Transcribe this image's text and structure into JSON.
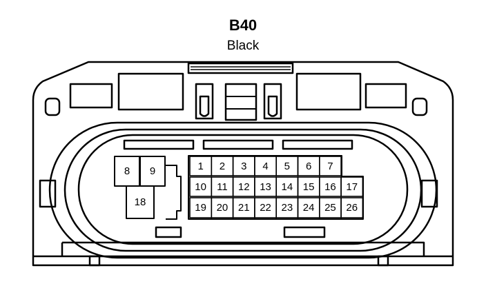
{
  "connector": {
    "code": "B40",
    "color": "Black"
  },
  "pins": {
    "row1": [
      "1",
      "2",
      "3",
      "4",
      "5",
      "6",
      "7"
    ],
    "row2": [
      "10",
      "11",
      "12",
      "13",
      "14",
      "15",
      "16",
      "17"
    ],
    "row3": [
      "19",
      "20",
      "21",
      "22",
      "23",
      "24",
      "25",
      "26"
    ],
    "side": [
      "8",
      "9",
      "18"
    ]
  }
}
